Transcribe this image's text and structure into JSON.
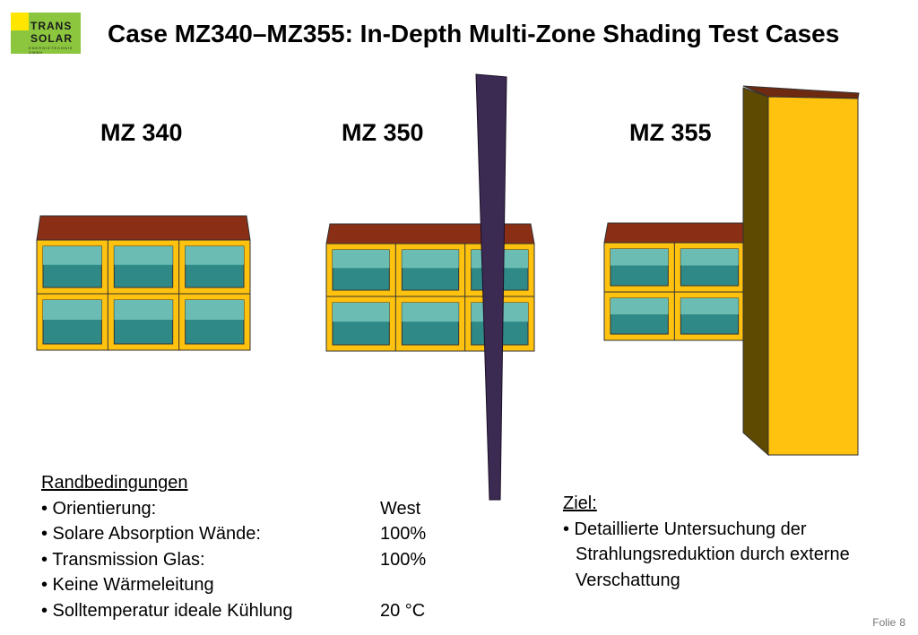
{
  "logo": {
    "line1": "TRANS",
    "line2": "SOLAR",
    "line3": "ENERGIETECHNIK GMBH"
  },
  "title": "Case MZ340–MZ355: In-Depth Multi-Zone Shading Test Cases",
  "cases": [
    "MZ 340",
    "MZ 350",
    "MZ 355"
  ],
  "colors": {
    "frame": "#ffc20e",
    "frame_edge": "#333333",
    "roof": "#8b2e16",
    "glass": "#2f8a87",
    "glass_top": "#6bbdb4",
    "fin": "#3b2a52",
    "block_face": "#ffc20e",
    "block_side": "#5e4a00"
  },
  "randbedingungen": {
    "heading": "Randbedingungen",
    "rows": [
      {
        "label": "• Orientierung:",
        "value": "West"
      },
      {
        "label": "• Solare Absorption Wände:",
        "value": "100%"
      },
      {
        "label": "• Transmission Glas:",
        "value": "100%"
      },
      {
        "label": "• Keine Wärmeleitung",
        "value": ""
      },
      {
        "label": "• Solltemperatur ideale Kühlung",
        "value": "20 °C"
      }
    ]
  },
  "ziel": {
    "heading": "Ziel:",
    "text": "• Detaillierte Untersuchung der Strahlungsreduktion durch externe Verschattung"
  },
  "footer": {
    "label": "Folie",
    "number": "8"
  }
}
